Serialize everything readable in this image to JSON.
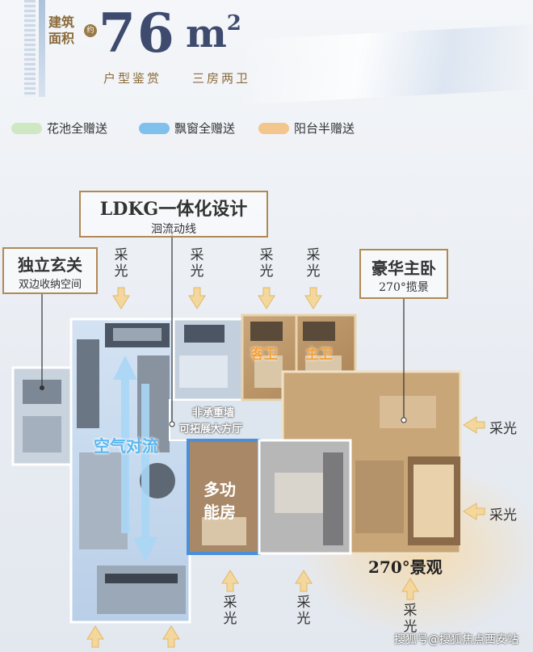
{
  "header": {
    "area_label_line1": "建筑",
    "area_label_line2": "面积",
    "area_approx": "约",
    "area_value": "76",
    "area_unit": "m",
    "area_unit_sup": "2",
    "subtitle": "户型鉴赏",
    "layout": "三房两卫"
  },
  "legend": [
    {
      "label": "花池全赠送",
      "color": "#cfe8c4"
    },
    {
      "label": "飘窗全赠送",
      "color": "#7fc0ec"
    },
    {
      "label": "阳台半赠送",
      "color": "#f2c68c"
    }
  ],
  "callouts": {
    "ldkg_title": "LDKG一体化设计",
    "ldkg_sub": "洄流动线",
    "entry_title": "独立玄关",
    "entry_sub": "双边收纳空间",
    "master_title": "豪华主卧",
    "master_sub": "270°揽景"
  },
  "rooms": {
    "guest_bath": "客卫",
    "master_bath": "主卫",
    "wall_note_1": "非承重墙",
    "wall_note_2": "可拓展大方厅",
    "airflow": "空气对流",
    "multi_1": "多功",
    "multi_2": "能房",
    "view": "270°景观"
  },
  "light": {
    "label": "采光",
    "top_count": 4,
    "right_count": 2,
    "bottom_count": 3
  },
  "colors": {
    "gold": "#b08a55",
    "blue_frame": "#4a90d9",
    "title": "#3e4b6e"
  },
  "watermark": "搜狐号@搜狐焦点西安站"
}
